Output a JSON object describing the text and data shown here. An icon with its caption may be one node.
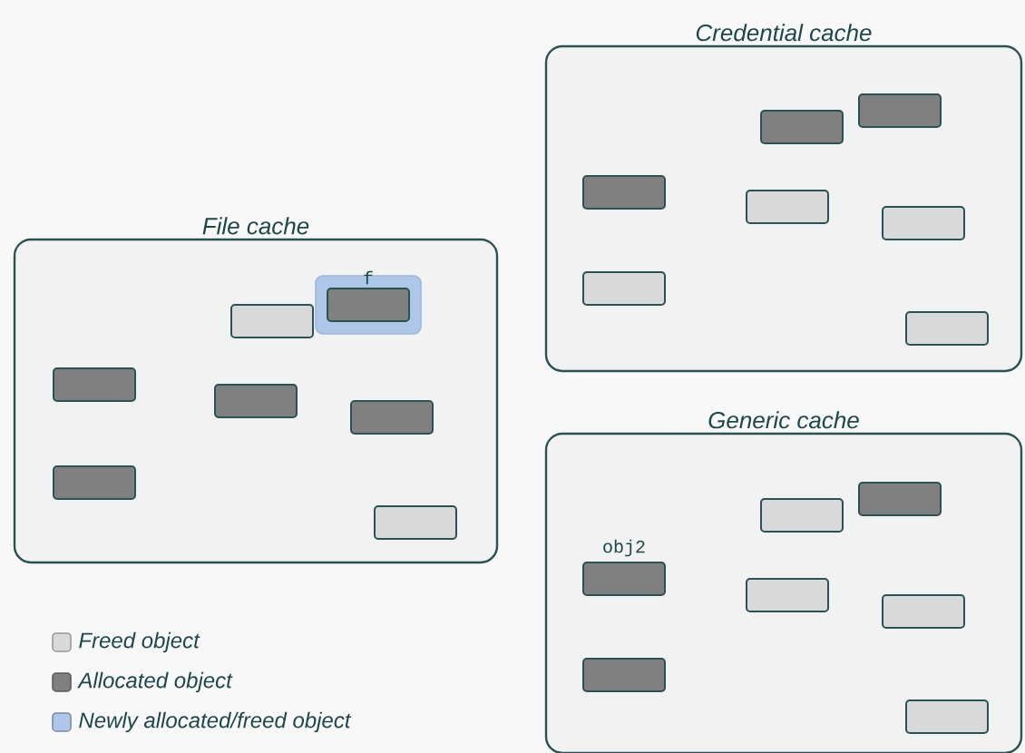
{
  "diagram": {
    "nodes": [
      {
        "text": [
          "File cache"
        ]
      },
      {
        "text": [
          "Credential cache"
        ]
      },
      {
        "text": [
          "Generic cache"
        ]
      }
    ],
    "labels": [
      "f",
      "obj2"
    ],
    "legend": [
      {
        "text": "Freed object",
        "color": "#d9d9d9"
      },
      {
        "text": "Allocated object",
        "color": "#808080"
      },
      {
        "text": "Newly allocated/freed object",
        "color": "#aec6e8"
      }
    ]
  }
}
